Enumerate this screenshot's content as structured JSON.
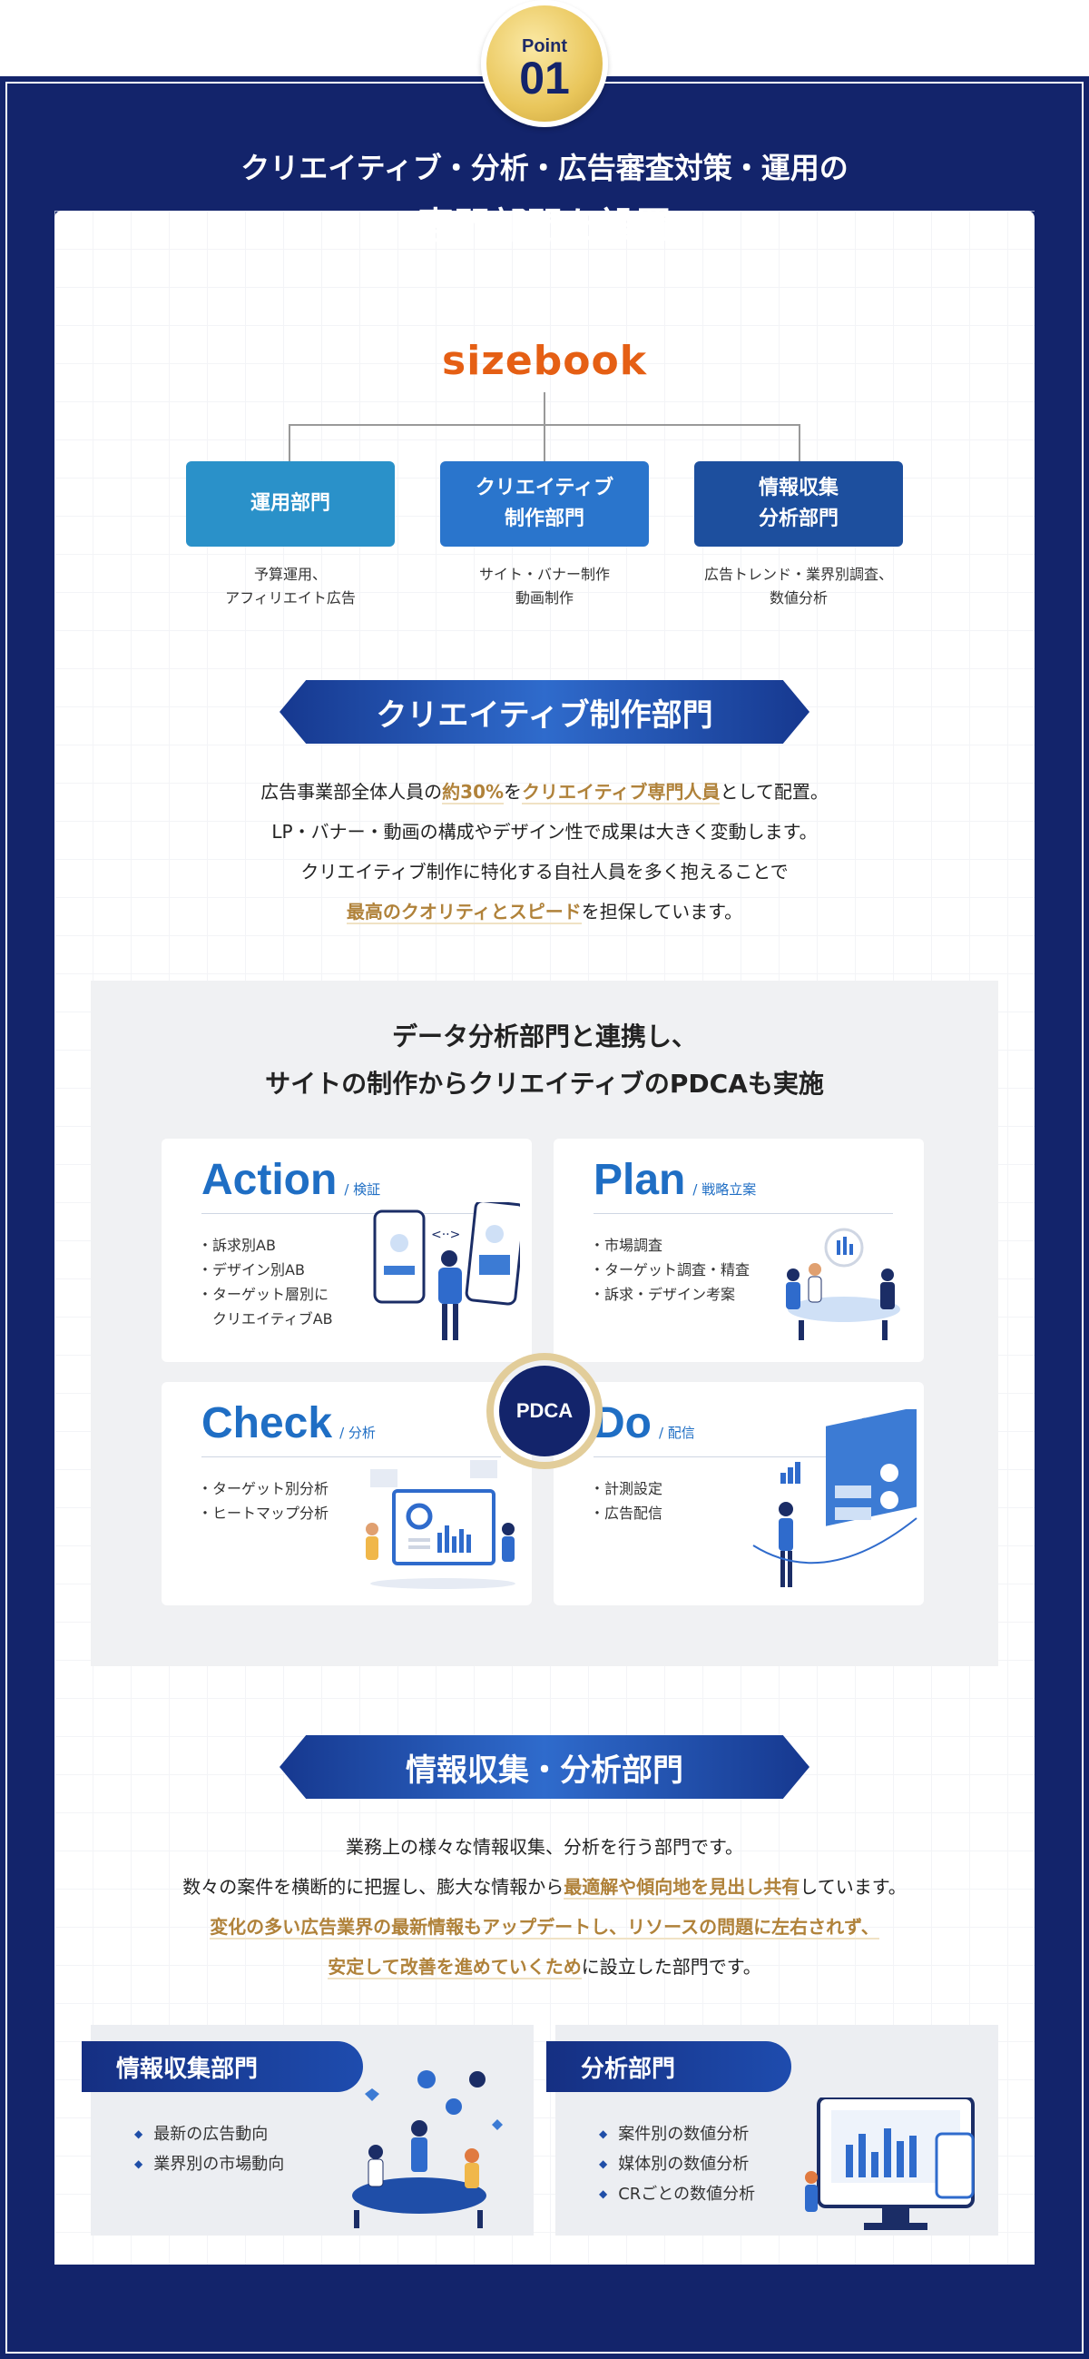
{
  "badge": {
    "label": "Point",
    "number": "01"
  },
  "header": {
    "title_line1": "クリエイティブ・分析・広告審査対策・運用の",
    "title_line2": "専門部門を設置"
  },
  "logo": "sizebook",
  "departments": [
    {
      "name": "運用部門",
      "desc_line1": "予算運用、",
      "desc_line2": "アフィリエイト広告"
    },
    {
      "name_line1": "クリエイティブ",
      "name_line2": "制作部門",
      "desc_line1": "サイト・バナー制作",
      "desc_line2": "動画制作"
    },
    {
      "name_line1": "情報収集",
      "name_line2": "分析部門",
      "desc_line1": "広告トレンド・業界別調査、",
      "desc_line2": "数値分析"
    }
  ],
  "creative": {
    "heading": "クリエイティブ制作部門",
    "l1_a": "広告事業部全体人員の",
    "l1_hl1": "約30%",
    "l1_b": "を",
    "l1_hl2": "クリエイティブ専門人員",
    "l1_c": "として配置。",
    "l2": "LP・バナー・動画の構成やデザイン性で成果は大きく変動します。",
    "l3": "クリエイティブ制作に特化する自社人員を多く抱えることで",
    "l4_hl": "最高のクオリティとスピード",
    "l4_b": "を担保しています。"
  },
  "pdca": {
    "title_line1": "データ分析部門と連携し、",
    "title_line2": "サイトの制作からクリエイティブのPDCAも実施",
    "center": "PDCA",
    "action": {
      "title": "Action",
      "sub": "/ 検証",
      "items": [
        "・訴求別AB",
        "・デザイン別AB",
        "・ターゲット層別に",
        "　クリエイティブAB"
      ]
    },
    "plan": {
      "title": "Plan",
      "sub": "/ 戦略立案",
      "items": [
        "・市場調査",
        "・ターゲット調査・精査",
        "・訴求・デザイン考案"
      ]
    },
    "check": {
      "title": "Check",
      "sub": "/ 分析",
      "items": [
        "・ターゲット別分析",
        "・ヒートマップ分析"
      ]
    },
    "do": {
      "title": "Do",
      "sub": "/ 配信",
      "items": [
        "・計測設定",
        "・広告配信"
      ]
    }
  },
  "analysis": {
    "heading": "情報収集・分析部門",
    "l1": "業務上の様々な情報収集、分析を行う部門です。",
    "l2_a": "数々の案件を横断的に把握し、膨大な情報から",
    "l2_hl": "最適解や傾向地を見出し共有",
    "l2_b": "しています。",
    "l3_hl": "変化の多い広告業界の最新情報もアップデートし、リソースの問題に左右されず、",
    "l4_hl": "安定して改善を進めていくため",
    "l4_b": "に設立した部門です。"
  },
  "sub_depts": [
    {
      "title": "情報収集部門",
      "items": [
        "最新の広告動向",
        "業界別の市場動向"
      ]
    },
    {
      "title": "分析部門",
      "items": [
        "案件別の数値分析",
        "媒体別の数値分析",
        "CRごとの数値分析"
      ]
    }
  ],
  "colors": {
    "navy": "#13246b",
    "accent_gold": "#b0823a",
    "logo_orange": "#e55f14",
    "blue": "#1f6ec4"
  }
}
